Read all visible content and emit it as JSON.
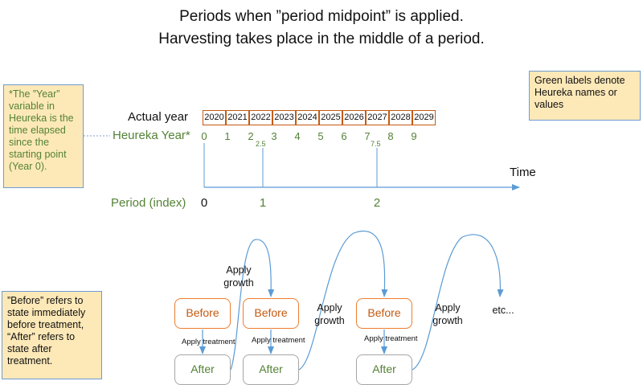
{
  "title": {
    "line1": "Periods when ”period midpoint” is applied.",
    "line2": "Harvesting takes place in the middle of a period."
  },
  "notes": {
    "year_variable": "*The ”Year” variable in Heureka is the time elapsed since the starting point (Year 0).",
    "green_labels": "Green labels denote Heureka names or values",
    "before_after": "”Before” refers to state immediately before treatment, “After” refers to state after treatment."
  },
  "timeline": {
    "actual_year_label": "Actual year",
    "heureka_year_label": "Heureka Year*",
    "actual_years": [
      "2020",
      "2021",
      "2022",
      "2023",
      "2024",
      "2025",
      "2026",
      "2027",
      "2028",
      "2029"
    ],
    "heureka_years": [
      "0",
      "1",
      "2",
      "3",
      "4",
      "5",
      "6",
      "7",
      "8",
      "9"
    ],
    "midpoints": [
      "2.5",
      "7.5"
    ],
    "time_label": "Time",
    "period_label": "Period (index)",
    "periods": [
      "0",
      "1",
      "2"
    ]
  },
  "flow": {
    "before_label": "Before",
    "after_label": "After",
    "apply_treatment": "Apply treatment",
    "apply_growth": "Apply growth",
    "etc": "etc..."
  },
  "colors": {
    "green_text": "#548235",
    "before_border": "#ed7d31",
    "after_border": "#a6a6a6",
    "arrow": "#5b9bd5",
    "note_fill": "#fde9b8",
    "year_box_border": "#c55a11"
  }
}
